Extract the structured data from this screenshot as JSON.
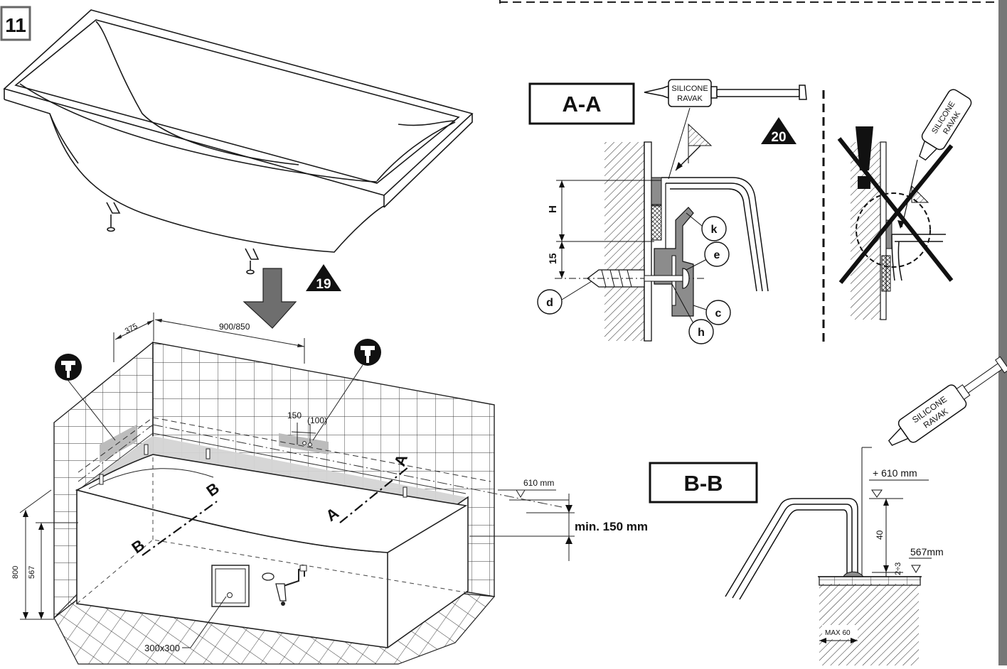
{
  "steps": {
    "main": "11",
    "bathtub_arrow": "19",
    "section_a_arrow": "20"
  },
  "section_aa": {
    "title": "A-A",
    "tube_line1": "SILICONE",
    "tube_line2": "RAVAK",
    "dim_h": "H",
    "dim_15": "15",
    "labels": [
      "k",
      "e",
      "c",
      "h",
      "d"
    ]
  },
  "wrong": {
    "tube_line1": "SILICONE",
    "tube_line2": "RAVAK",
    "mark": "!"
  },
  "section_bb": {
    "title": "B-B",
    "tube_line1": "SILICONE",
    "tube_line2": "RAVAK",
    "level_top": "+ 610 mm",
    "level_bottom": "567mm",
    "dim_40": "40",
    "dim_gap": "2÷3",
    "dim_max": "MAX 60"
  },
  "installation": {
    "dim_375": "375",
    "dim_900": "900/850",
    "dim_150": "150",
    "dim_100": "(100)",
    "level_610": "610 mm",
    "min_gap": "min. 150 mm",
    "height_800": "800",
    "height_567": "567",
    "panel_size": "300x300",
    "cut_a": "A",
    "cut_b": "B"
  },
  "colors": {
    "ink": "#1a1a1a",
    "sealant": "#8c8c8c",
    "highlight": "#d4d4d4",
    "arrow": "#6e6e6e",
    "frame": "#777777"
  }
}
